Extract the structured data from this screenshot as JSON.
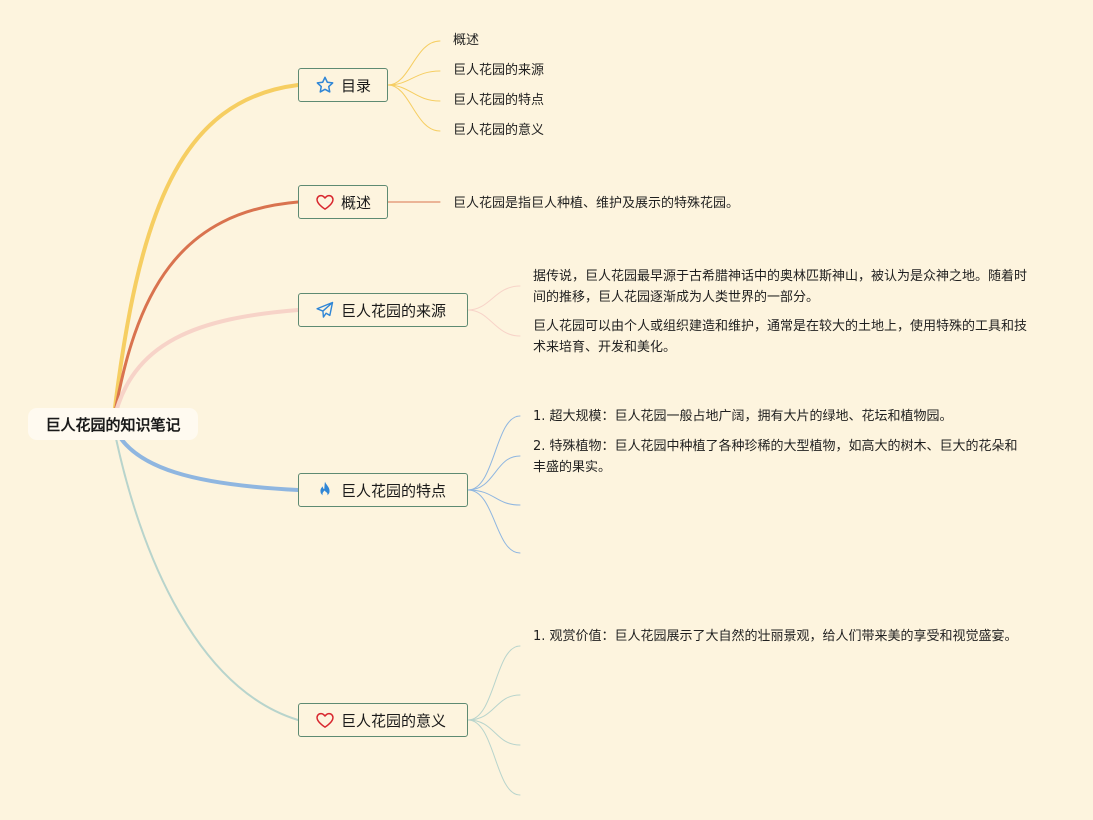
{
  "root": {
    "label": "巨人花园的知识笔记"
  },
  "branches": [
    {
      "id": "toc",
      "label": "目录",
      "icon": "star-icon",
      "color": "#f6ce62",
      "leaves": [
        "概述",
        "巨人花园的来源",
        "巨人花园的特点",
        "巨人花园的意义"
      ]
    },
    {
      "id": "overview",
      "label": "概述",
      "icon": "heart-icon",
      "color": "#d9734f",
      "leaves": [
        "巨人花园是指巨人种植、维护及展示的特殊花园。"
      ]
    },
    {
      "id": "origin",
      "label": "巨人花园的来源",
      "icon": "paper-plane-icon",
      "color": "#f7d3c8",
      "leaves": [
        "据传说，巨人花园最早源于古希腊神话中的奥林匹斯神山，被认为是众神之地。随着时间的推移，巨人花园逐渐成为人类世界的一部分。",
        "巨人花园可以由个人或组织建造和维护，通常是在较大的土地上，使用特殊的工具和技术来培育、开发和美化。"
      ]
    },
    {
      "id": "features",
      "label": "巨人花园的特点",
      "icon": "flame-icon",
      "color": "#8fb6e0",
      "leaves": [
        "1. 超大规模：巨人花园一般占地广阔，拥有大片的绿地、花坛和植物园。",
        "2. 特殊植物：巨人花园中种植了各种珍稀的大型植物，如高大的树木、巨大的花朵和丰盛的果实。"
      ]
    },
    {
      "id": "meaning",
      "label": "巨人花园的意义",
      "icon": "heart-icon",
      "color": "#b8d4cc",
      "leaves": [
        "1. 观赏价值：巨人花园展示了大自然的壮丽景观，给人们带来美的享受和视觉盛宴。"
      ]
    }
  ]
}
